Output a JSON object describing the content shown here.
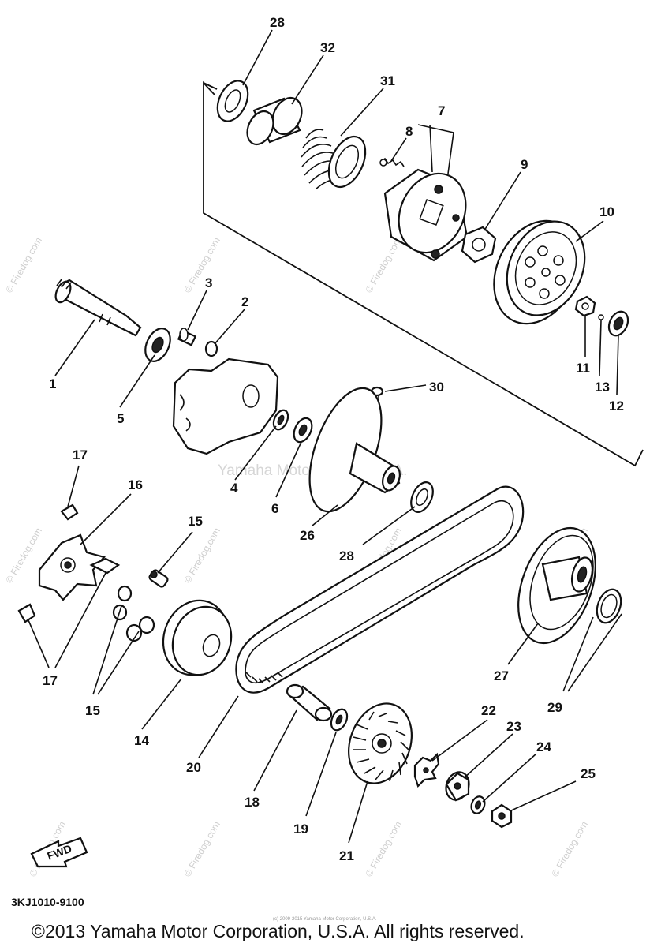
{
  "diagram": {
    "part_numbers": {
      "p28_top": "28",
      "p32": "32",
      "p31": "31",
      "p7": "7",
      "p8": "8",
      "p9": "9",
      "p10": "10",
      "p3": "3",
      "p2": "2",
      "p1": "1",
      "p5": "5",
      "p11": "11",
      "p13": "13",
      "p12": "12",
      "p30": "30",
      "p4": "4",
      "p6": "6",
      "p26": "26",
      "p28_mid": "28",
      "p17_top": "17",
      "p16": "16",
      "p15_top": "15",
      "p17_bottom": "17",
      "p15_bottom": "15",
      "p14": "14",
      "p20": "20",
      "p18": "18",
      "p19": "19",
      "p21": "21",
      "p22": "22",
      "p23": "23",
      "p24": "24",
      "p25": "25",
      "p27": "27",
      "p29": "29"
    },
    "fwd_label": "FWD",
    "drawing_code": "3KJ1010-9100"
  },
  "watermarks": {
    "firedog": "© Firedog.com",
    "center": "Yamaha Motor Corp., U.S.A.",
    "tiny": "(c) 2009-2015 Yamaha Motor Corporation, U.S.A."
  },
  "footer": {
    "copyright": "©2013 Yamaha Motor Corporation, U.S.A. All rights reserved."
  }
}
